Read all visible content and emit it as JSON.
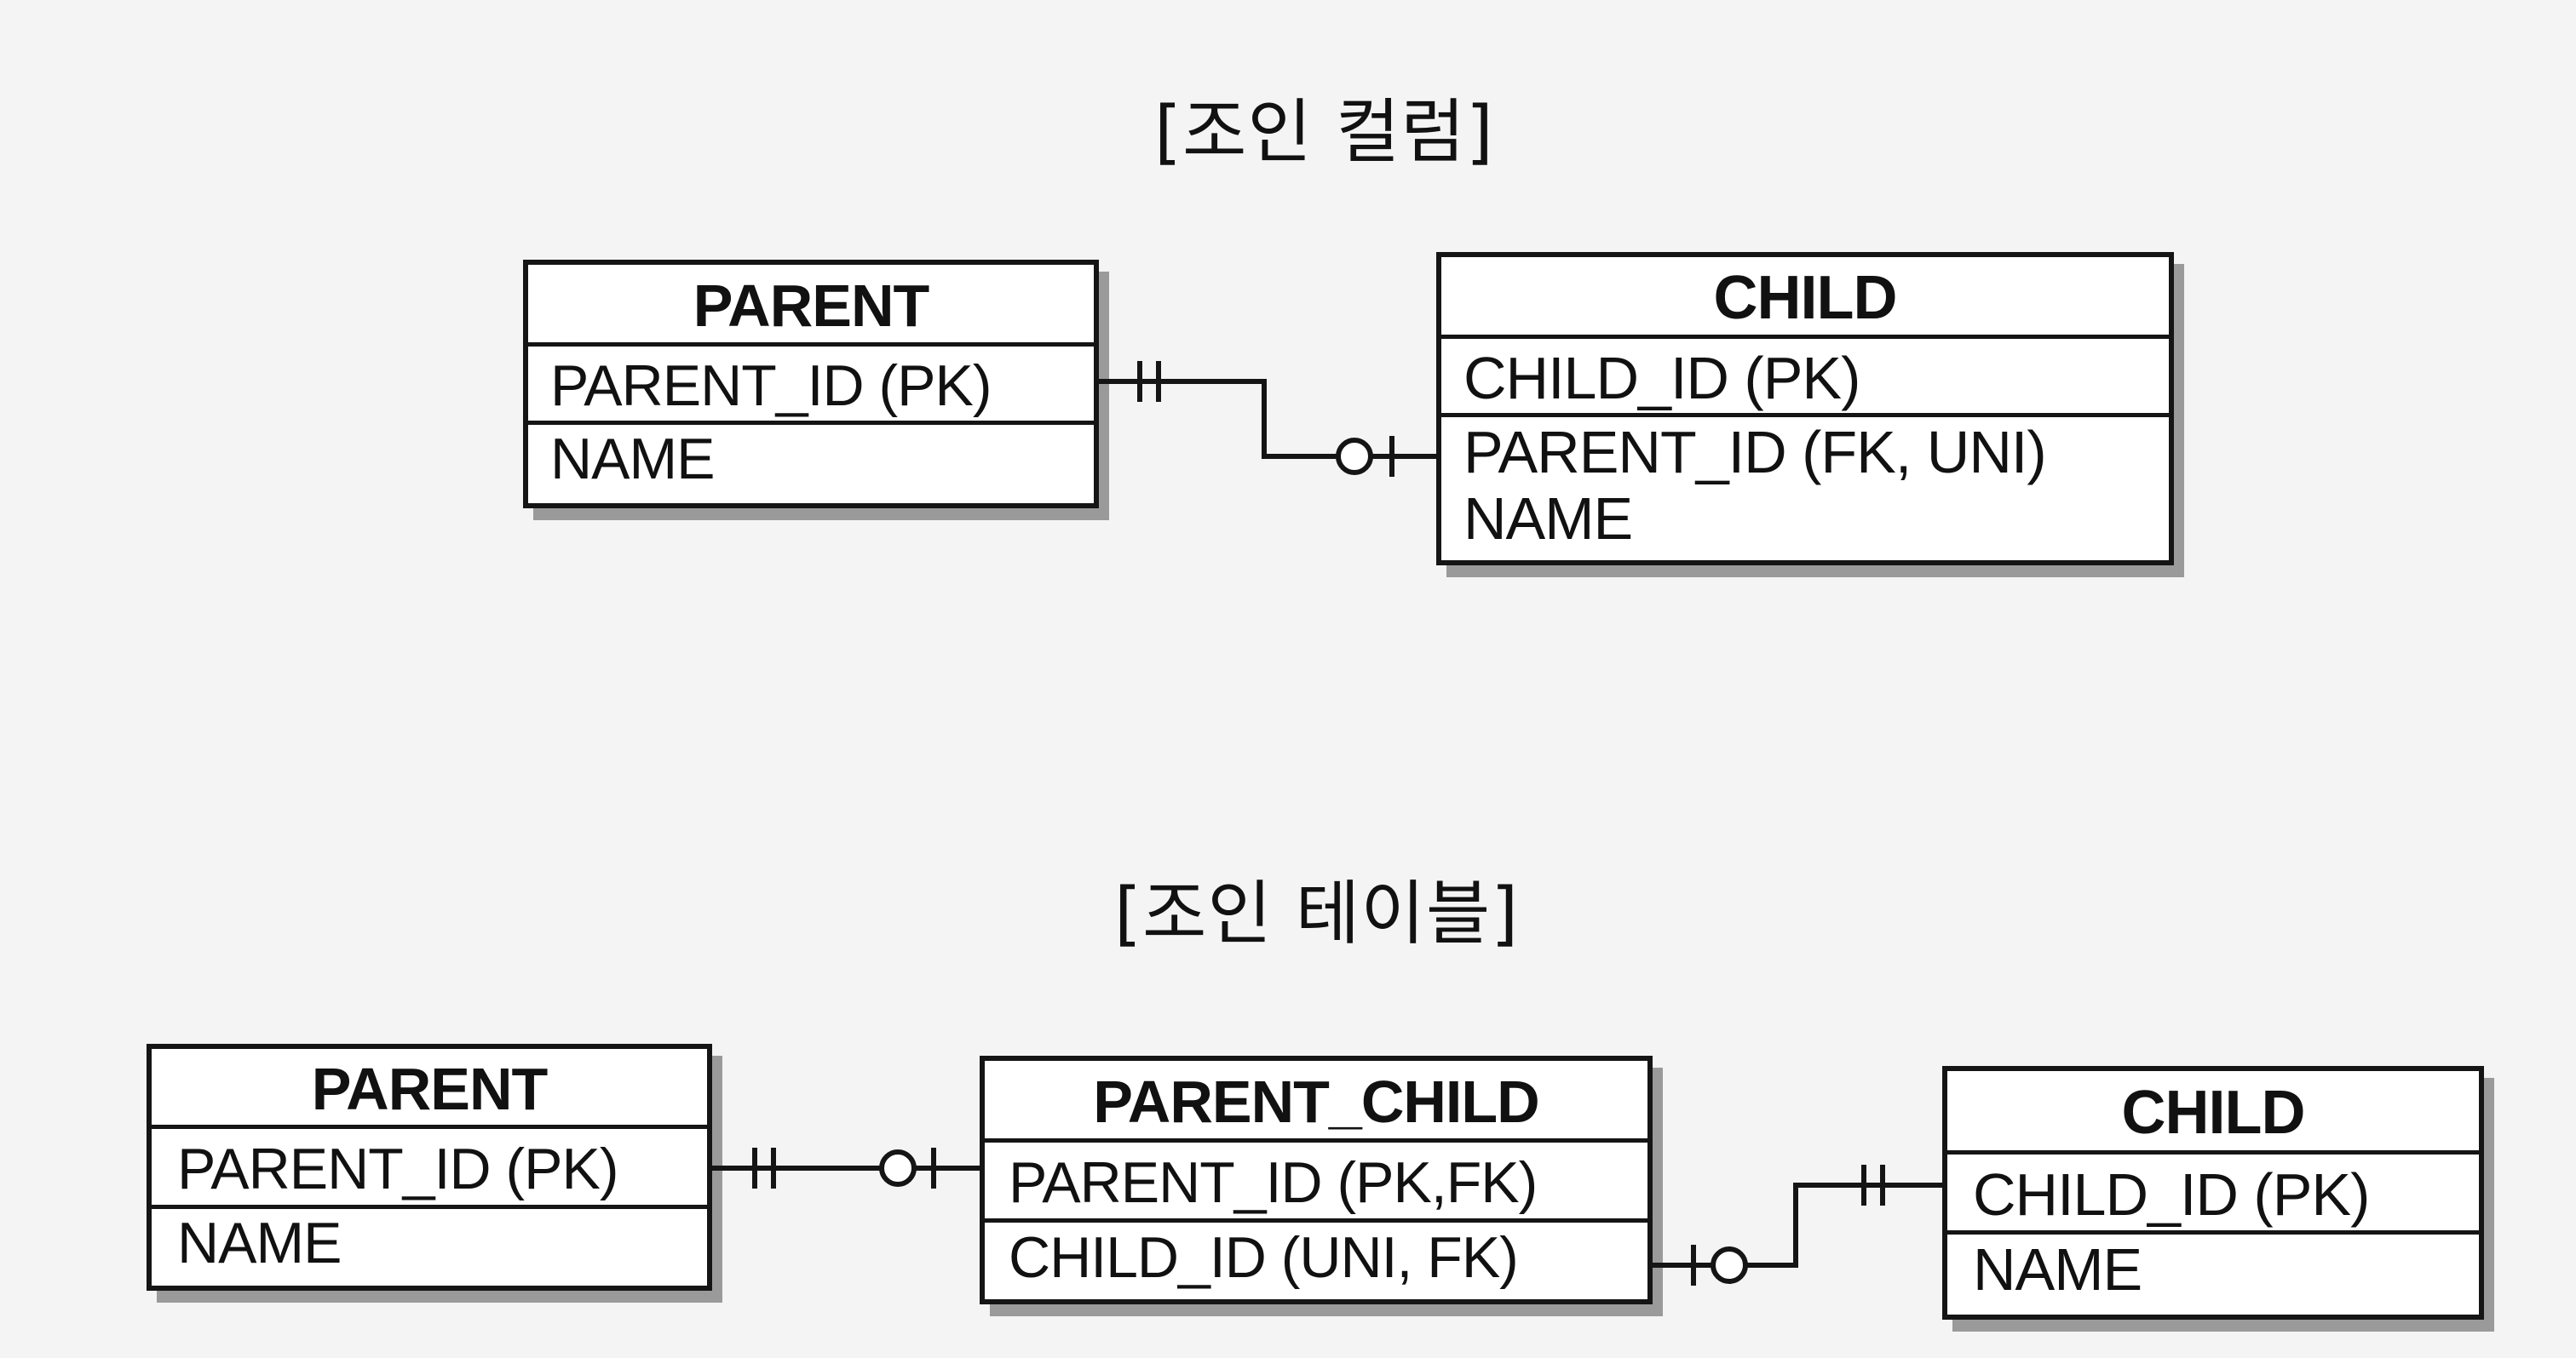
{
  "join_column": {
    "title": "[조인 컬럼]",
    "parent": {
      "name": "PARENT",
      "columns": [
        "PARENT_ID (PK)",
        "NAME"
      ]
    },
    "child": {
      "name": "CHILD",
      "columns": [
        "CHILD_ID (PK)",
        "PARENT_ID (FK, UNI)",
        "NAME"
      ]
    },
    "relationship": {
      "from": "PARENT",
      "to": "CHILD",
      "from_cardinality": "exactly-one",
      "to_cardinality": "zero-or-one"
    }
  },
  "join_table": {
    "title": "[조인 테이블]",
    "parent": {
      "name": "PARENT",
      "columns": [
        "PARENT_ID (PK)",
        "NAME"
      ]
    },
    "parent_child": {
      "name": "PARENT_CHILD",
      "columns": [
        "PARENT_ID (PK,FK)",
        "CHILD_ID (UNI, FK)"
      ]
    },
    "child": {
      "name": "CHILD",
      "columns": [
        "CHILD_ID (PK)",
        "NAME"
      ]
    },
    "relationships": [
      {
        "from": "PARENT",
        "to": "PARENT_CHILD",
        "from_cardinality": "exactly-one",
        "to_cardinality": "zero-or-one"
      },
      {
        "from": "PARENT_CHILD",
        "to": "CHILD",
        "from_cardinality": "zero-or-one",
        "to_cardinality": "exactly-one"
      }
    ]
  }
}
